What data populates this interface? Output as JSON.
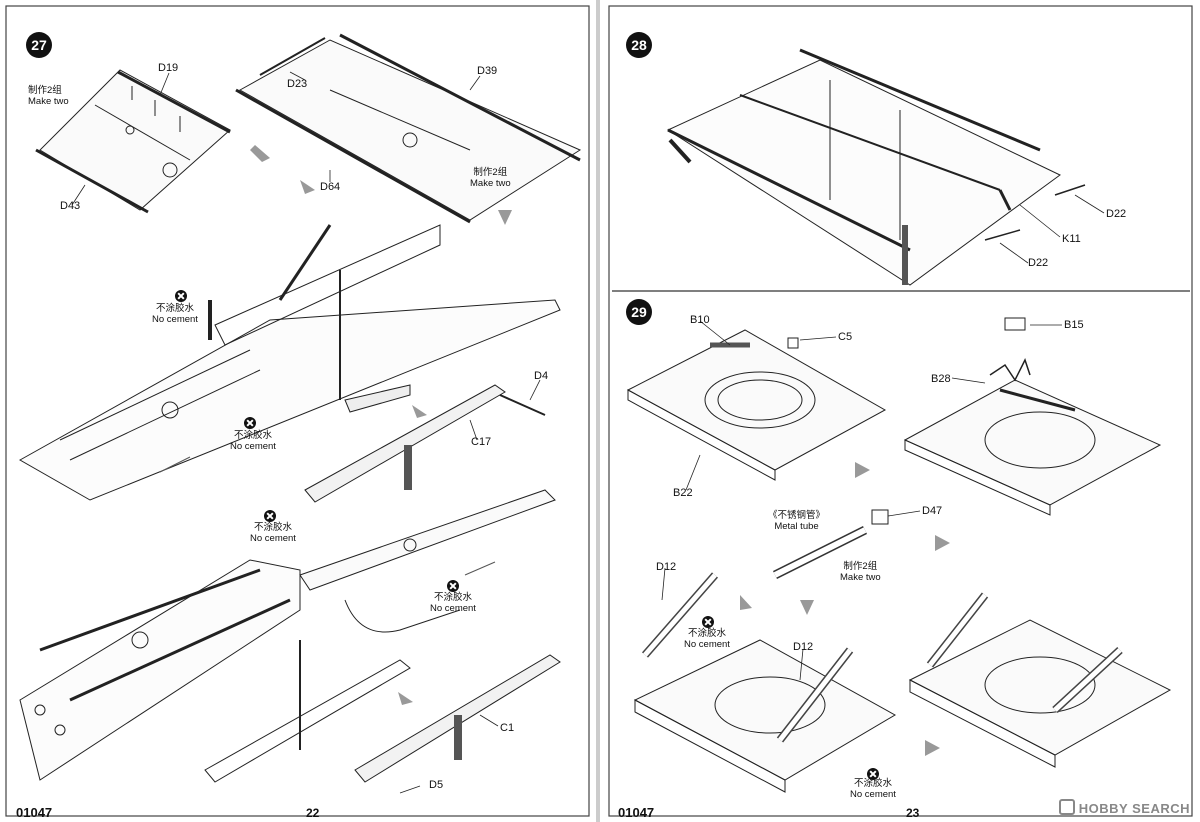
{
  "left_page": {
    "step_number": "27",
    "page_number": "22",
    "kit_code": "01047",
    "labels": {
      "d19": "D19",
      "d43": "D43",
      "d23": "D23",
      "d39": "D39",
      "d64": "D64",
      "d4": "D4",
      "c17": "C17",
      "c1": "C1",
      "d5": "D5"
    },
    "make_two_cn": "制作2组",
    "make_two_en": "Make two",
    "no_cement_cn": "不涂胶水",
    "no_cement_en": "No cement"
  },
  "right_page": {
    "step_28": "28",
    "step_29": "29",
    "page_number": "23",
    "kit_code": "01047",
    "labels": {
      "d22a": "D22",
      "k11": "K11",
      "d22b": "D22",
      "b10": "B10",
      "c5": "C5",
      "b15": "B15",
      "b28": "B28",
      "b22": "B22",
      "d47": "D47",
      "d12a": "D12",
      "d12b": "D12"
    },
    "metal_tube_cn": "《不锈钢管》",
    "metal_tube_en": "Metal tube",
    "make_two_cn": "制作2组",
    "make_two_en": "Make two",
    "no_cement_cn": "不涂胶水",
    "no_cement_en": "No cement"
  },
  "watermark": "HOBBY SEARCH"
}
